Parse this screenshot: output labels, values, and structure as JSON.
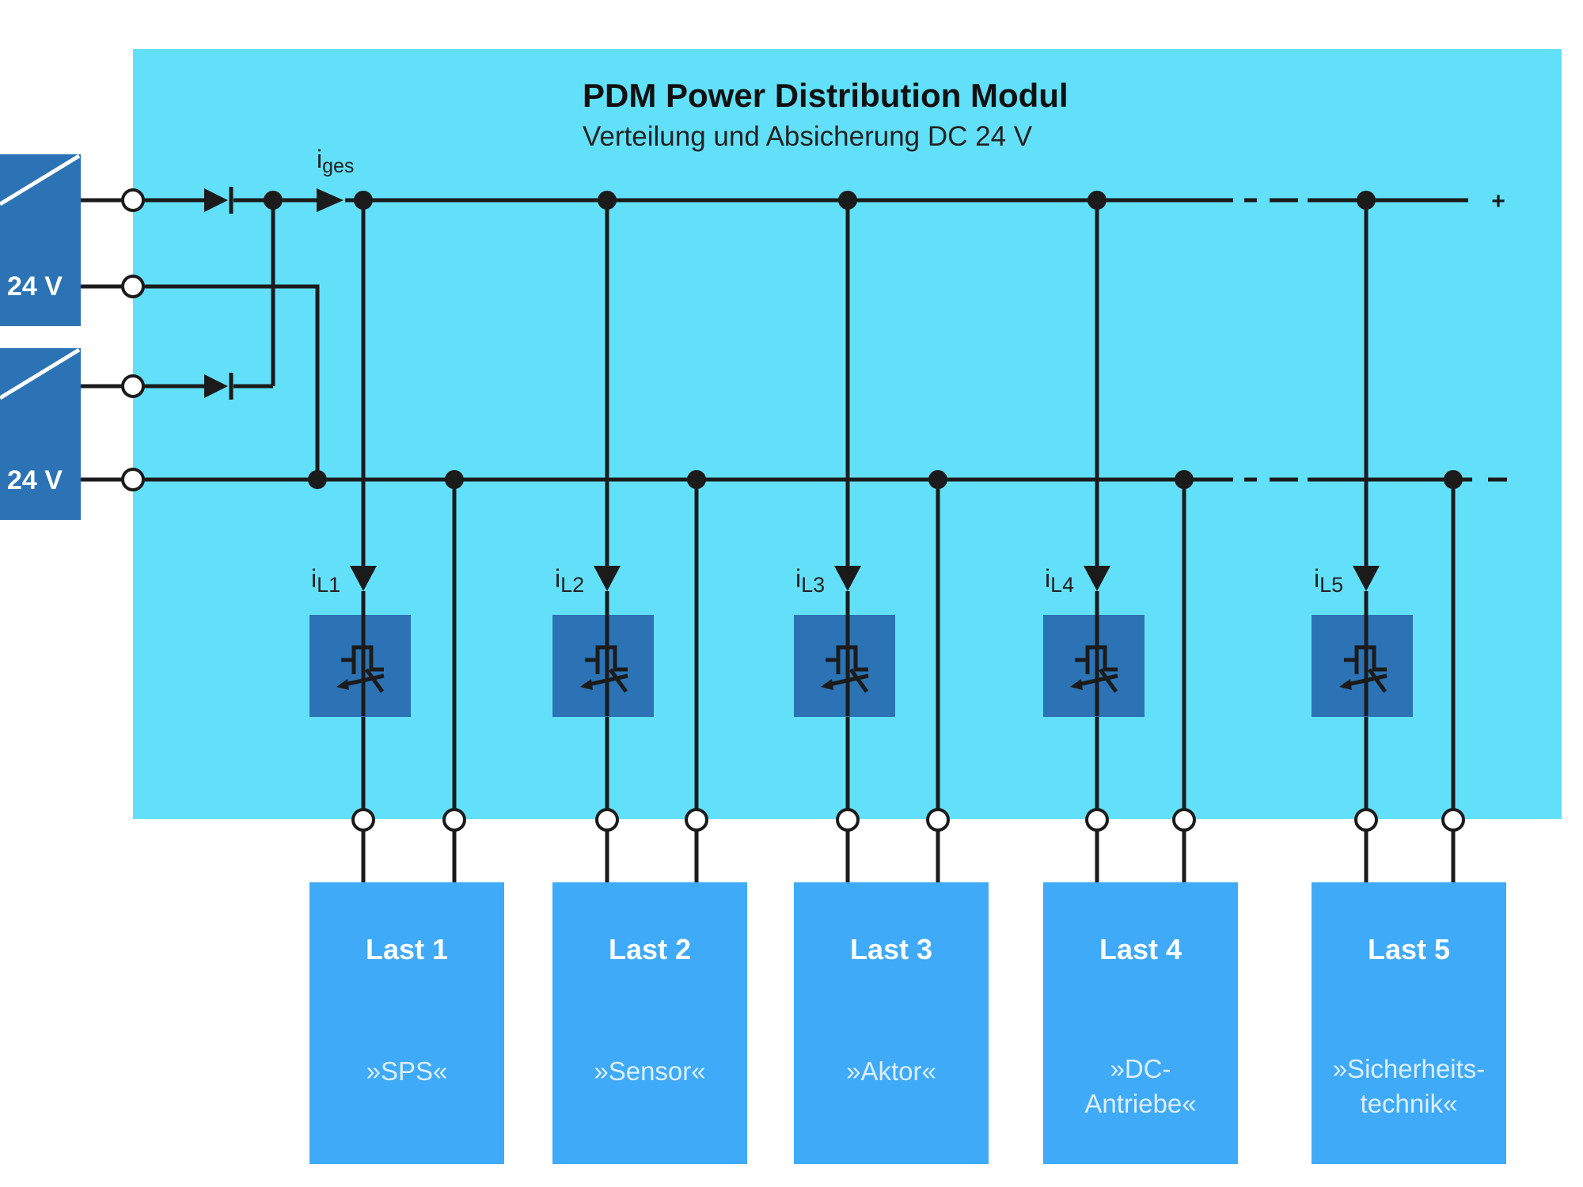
{
  "module": {
    "title": "PDM Power Distribution Modul",
    "subtitle": "Verteilung und Absicherung DC 24 V"
  },
  "supplies": [
    {
      "voltage": "24 V"
    },
    {
      "voltage": "24 V"
    }
  ],
  "total_current": {
    "symbol": "i",
    "subscript": "ges"
  },
  "rails": {
    "positive": "+",
    "negative": "-"
  },
  "channels": [
    {
      "current_symbol": "i",
      "current_sub": "L1",
      "load": "Last 1",
      "desc": [
        "»SPS«"
      ]
    },
    {
      "current_symbol": "i",
      "current_sub": "L2",
      "load": "Last 2",
      "desc": [
        "»Sensor«"
      ]
    },
    {
      "current_symbol": "i",
      "current_sub": "L3",
      "load": "Last 3",
      "desc": [
        "»Aktor«"
      ]
    },
    {
      "current_symbol": "i",
      "current_sub": "L4",
      "load": "Last 4",
      "desc": [
        "»DC-",
        "Antriebe«"
      ]
    },
    {
      "current_symbol": "i",
      "current_sub": "L5",
      "load": "Last 5",
      "desc": [
        "»Sicherheits-",
        "technik«"
      ]
    }
  ],
  "colors": {
    "module_bg": "#63e0f9",
    "supply_box": "#2b73b4",
    "breaker_box": "#2b73b4",
    "load_box": "#3faaf7",
    "wire": "#1b1b1b",
    "load_text": "#ffffff",
    "load_desc_text": "#dcefff"
  },
  "icons": {
    "breaker": "electronic-breaker-icon",
    "diode": "diode-icon",
    "terminal": "terminal-circle-icon"
  }
}
